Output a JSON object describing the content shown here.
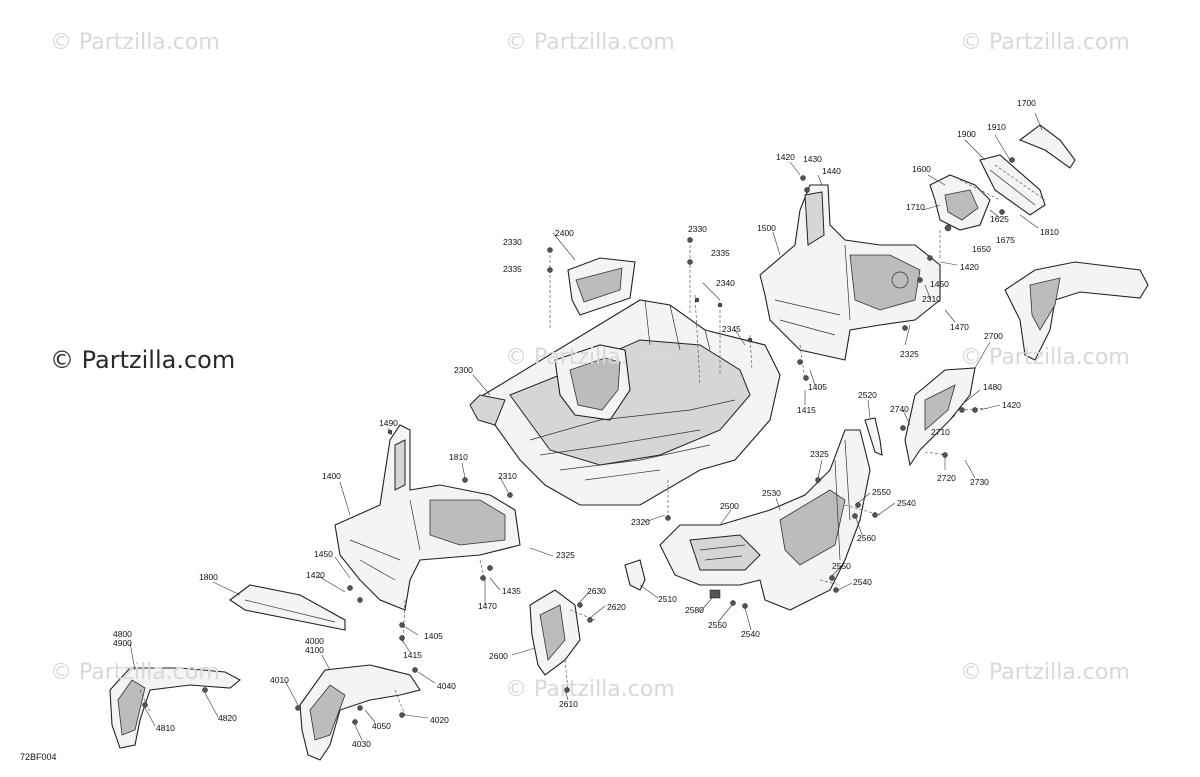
{
  "watermark": {
    "text": "© Partzilla.com",
    "big_text": "© Partzilla.com"
  },
  "diagram_code": "72BF004",
  "callouts": [
    "1700",
    "1910",
    "1900",
    "1600",
    "1710",
    "1625",
    "1810",
    "1650",
    "1675",
    "1420",
    "1430",
    "1440",
    "1500",
    "1450",
    "1420",
    "2310",
    "1470",
    "2325",
    "1405",
    "1415",
    "2700",
    "1480",
    "1420",
    "2740",
    "2710",
    "2720",
    "2730",
    "2520",
    "2330",
    "2400",
    "2335",
    "2330",
    "2335",
    "2340",
    "2345",
    "2300",
    "1490",
    "1810",
    "2310",
    "1400",
    "2320",
    "2325",
    "1450",
    "1420",
    "1800",
    "1470",
    "1435",
    "1405",
    "1415",
    "2325",
    "2530",
    "2550",
    "2540",
    "2560",
    "2500",
    "2550",
    "2540",
    "2510",
    "2580",
    "2550",
    "2540",
    "2630",
    "2620",
    "2600",
    "2610",
    "4800\n4900",
    "4810",
    "4820",
    "4000\n4100",
    "4010",
    "4040",
    "4050",
    "4030",
    "4020"
  ]
}
